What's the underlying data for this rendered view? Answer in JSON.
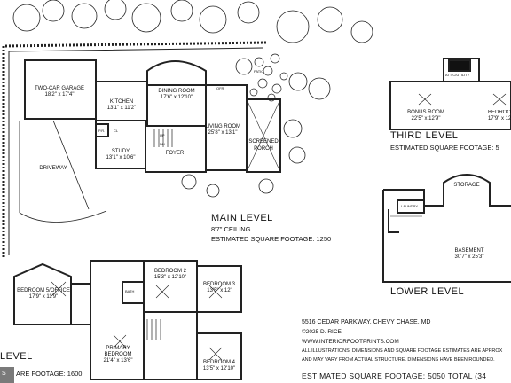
{
  "main_level": {
    "title": "MAIN LEVEL",
    "ceiling": "8'7\" CEILING",
    "sqft": "ESTIMATED SQUARE FOOTAGE: 1250",
    "rooms": {
      "garage": {
        "name": "TWO-CAR GARAGE",
        "dims": "18'2\" x 17'4\""
      },
      "kitchen": {
        "name": "KITCHEN",
        "dims": "13'1\" x 11'2\""
      },
      "dining": {
        "name": "DINING ROOM",
        "dims": "17'6\" x 12'10\""
      },
      "living": {
        "name": "LIVING ROOM",
        "dims": "25'8\" x 13'1\""
      },
      "porch": {
        "name": "SCREENED PORCH",
        "dims": ""
      },
      "study": {
        "name": "STUDY",
        "dims": "13'1\" x 10'6\""
      },
      "foyer": {
        "name": "FOYER",
        "dims": ""
      },
      "driveway": {
        "name": "DRIVEWAY",
        "dims": ""
      },
      "patio": {
        "name": "PATIO",
        "dims": ""
      }
    },
    "small": {
      "pr": "P.R.",
      "cl": "CL",
      "up": "UP",
      "dn": "DN",
      "ofr": "OFR"
    }
  },
  "third_level": {
    "title": "THIRD LEVEL",
    "sqft": "ESTIMATED SQUARE FOOTAGE: 5",
    "rooms": {
      "attic": {
        "name": "ATTIC/UTILITY"
      },
      "bonus": {
        "name": "BONUS ROOM",
        "dims": "22'5\" x 12'9\""
      },
      "bedroom": {
        "name": "BEDROO",
        "dims": "17'9\" x 12'"
      }
    }
  },
  "lower_level": {
    "title": "LOWER LEVEL",
    "rooms": {
      "storage": {
        "name": "STORAGE"
      },
      "laundry": {
        "name": "LAUNDRY"
      },
      "basement": {
        "name": "BASEMENT",
        "dims": "30'7\" x 25'3\""
      }
    }
  },
  "upper_level": {
    "title": "LEVEL",
    "sqft": "ARE FOOTAGE: 1600",
    "rooms": {
      "bedroom5": {
        "name": "BEDROOM 5/OFFICE",
        "dims": "17'9\" x 11'9\""
      },
      "bedroom2": {
        "name": "BEDROOM 2",
        "dims": "15'3\" x 12'10\""
      },
      "bedroom3": {
        "name": "BEDROOM 3",
        "dims": "13'5\" x 12'"
      },
      "primary": {
        "name": "PRIMARY BEDROOM",
        "dims": "21'4\" x 13'6\""
      },
      "bedroom4": {
        "name": "BEDROOM 4",
        "dims": "13'5\" x 12'10\""
      },
      "bath": {
        "name": "BATH"
      }
    }
  },
  "info": {
    "address": "5516 CEDAR PARKWAY, CHEVY CHASE, MD",
    "copyright": "©2025 D. RICE",
    "website": "WWW.INTERIORFOOTPRINTS.COM",
    "disclaimer1": "ALL ILLUSTRATIONS, DIMENSIONS AND SQUARE FOOTAGE ESTIMATES ARE APPROX",
    "disclaimer2": "AND MAY VARY FROM ACTUAL STRUCTURE. DIMENSIONS HAVE BEEN ROUNDED.",
    "total": "ESTIMATED SQUARE FOOTAGE: 5050 TOTAL (34"
  },
  "badge": "S"
}
